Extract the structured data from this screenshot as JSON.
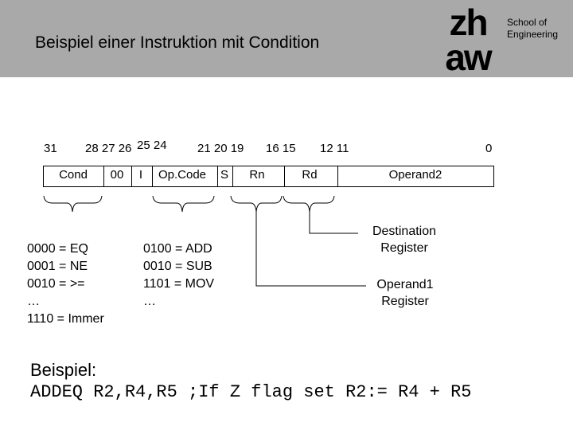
{
  "header": {
    "title": "Beispiel einer Instruktion mit Condition",
    "logo_text": "zhaw",
    "school_line1": "School of",
    "school_line2": "Engineering",
    "background_color": "#a9a9a9"
  },
  "bit_numbers": [
    "31",
    "28 27 26",
    "25 24",
    "21 20 19",
    "16 15",
    "12 11",
    "0"
  ],
  "fields": [
    "Cond",
    "00",
    "I",
    "Op.Code",
    "S",
    "Rn",
    "Rd",
    "Operand2"
  ],
  "cond_list": [
    "0000 = EQ",
    "0001 = NE",
    "0010 = >=",
    "…",
    "1110 = Immer"
  ],
  "opcode_list": [
    "0100 = ADD",
    "0010 = SUB",
    "1101 = MOV",
    "…"
  ],
  "annotations": {
    "destination_line1": "Destination",
    "destination_line2": "Register",
    "operand1_line1": "Operand1",
    "operand1_line2": "Register"
  },
  "example": {
    "label": "Beispiel:",
    "code": "ADDEQ R2,R4,R5 ;If Z flag set R2:= R4 + R5"
  }
}
